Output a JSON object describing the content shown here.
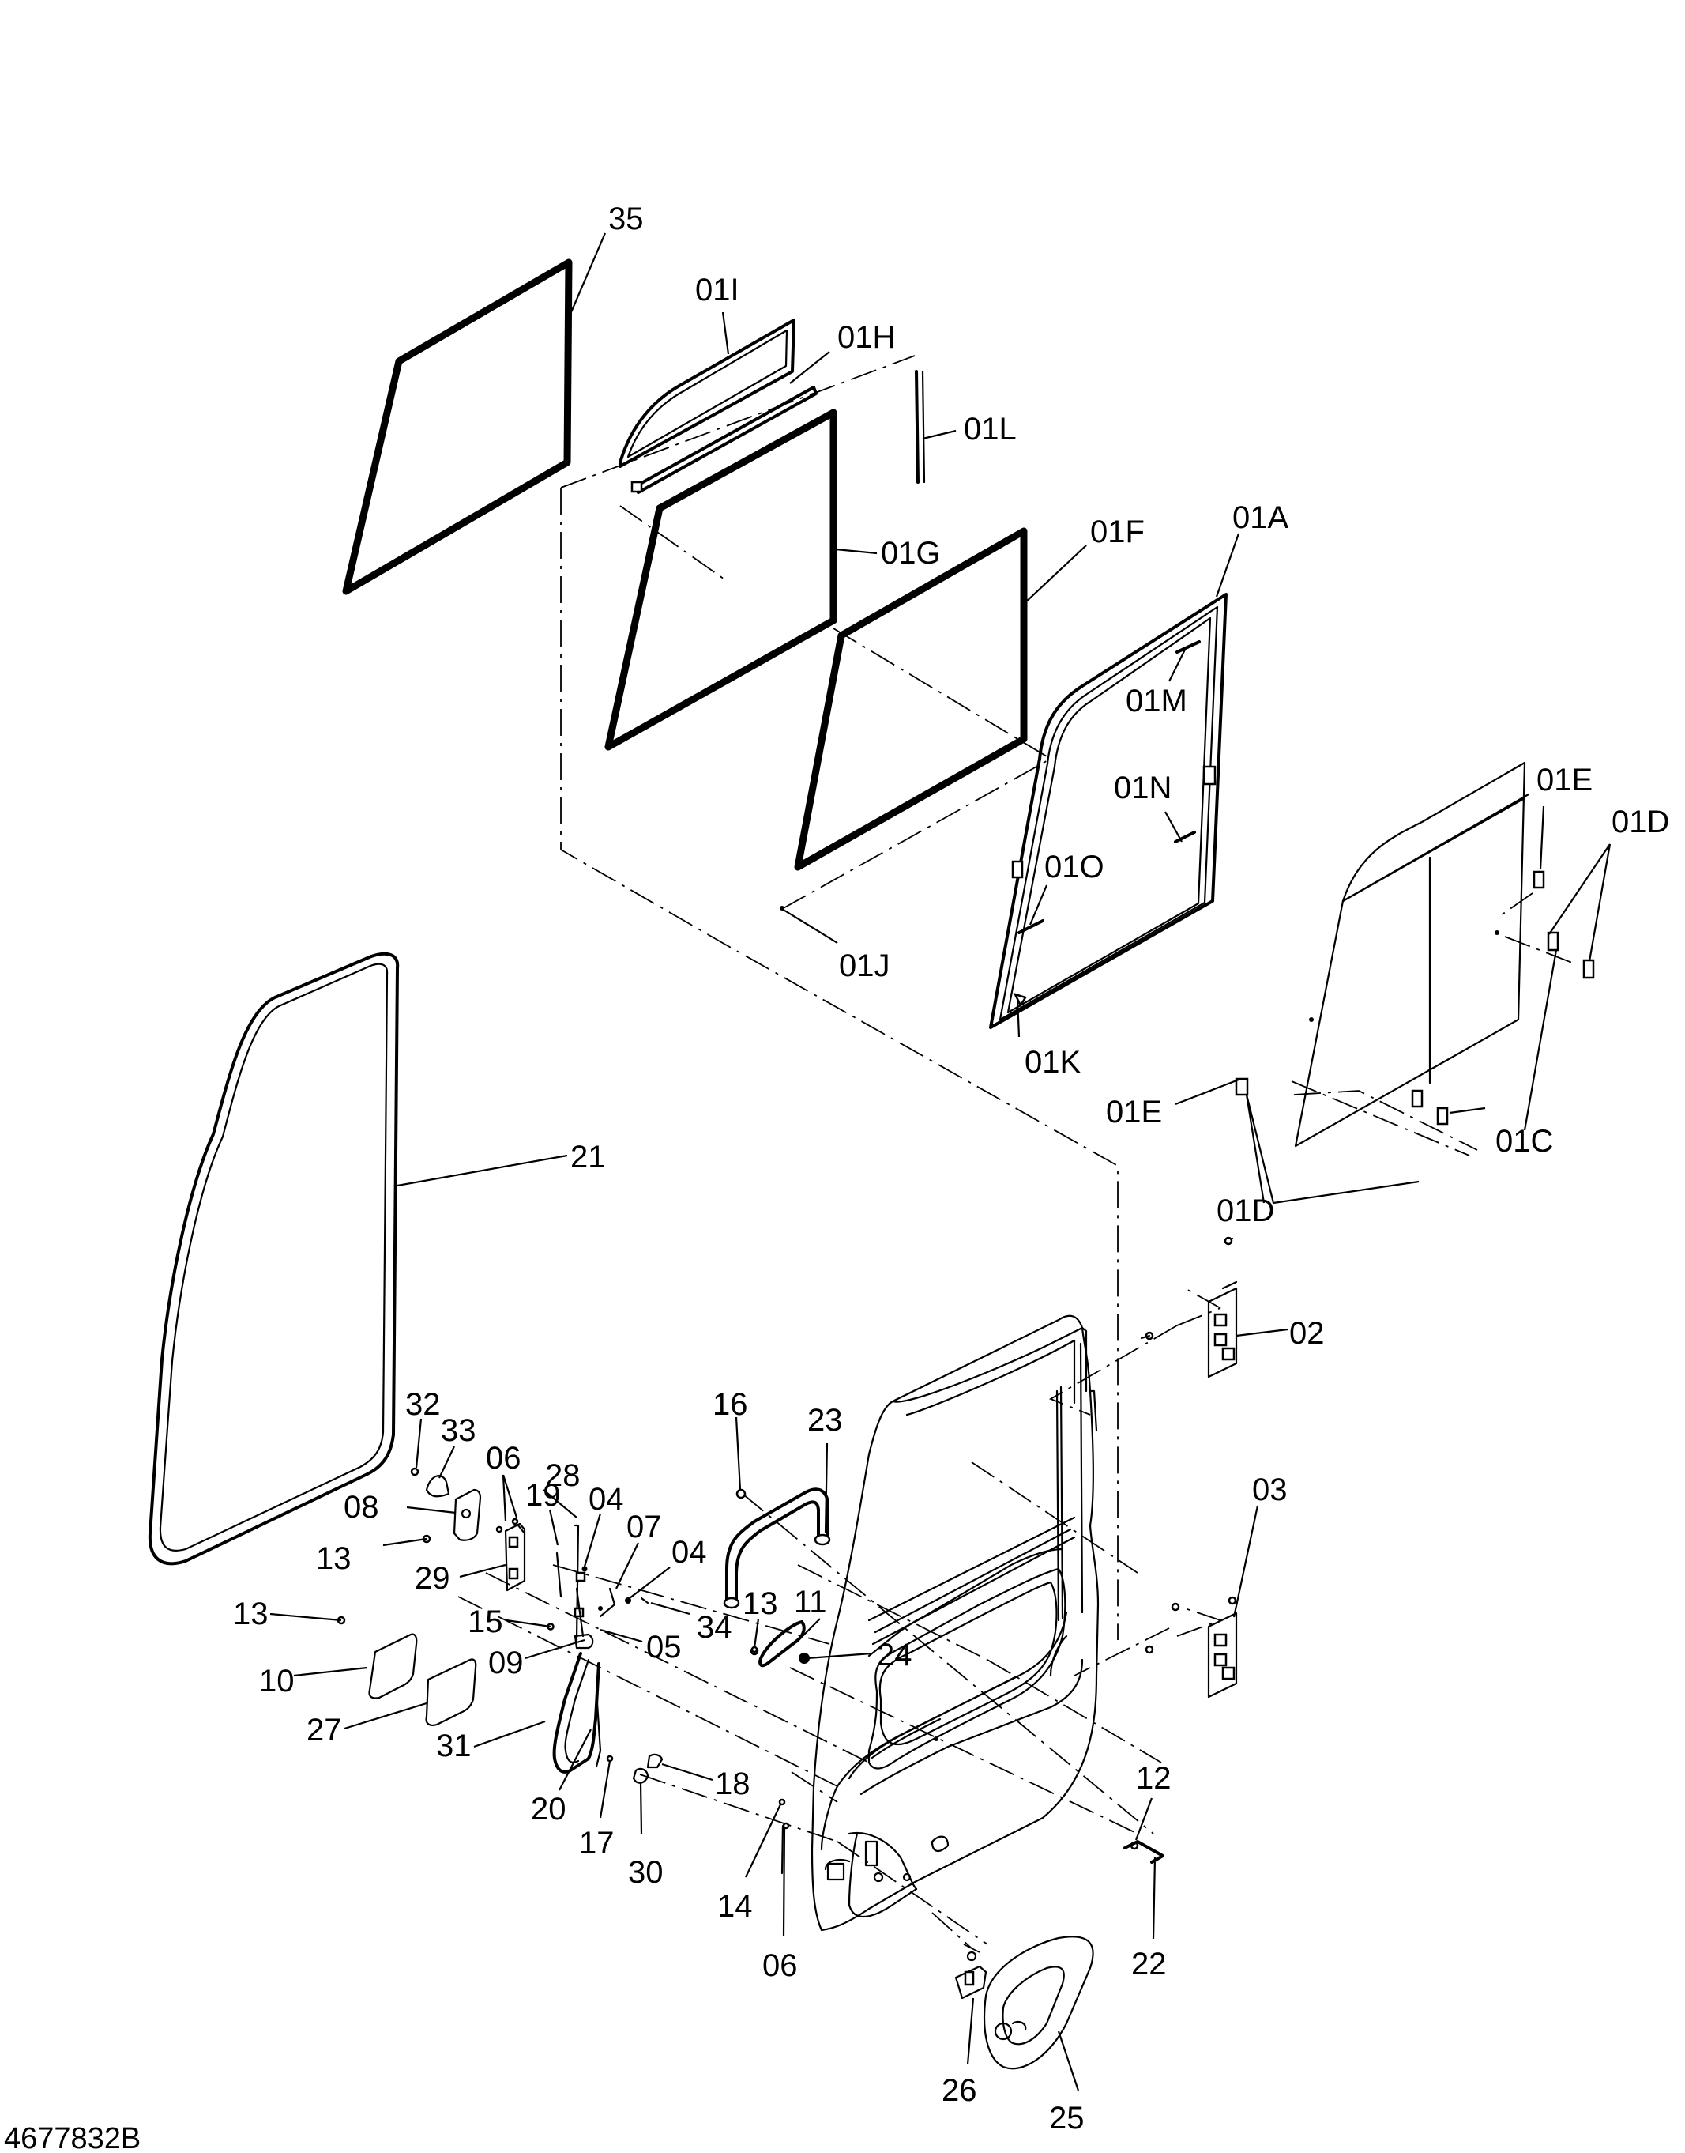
{
  "drawing": {
    "doc_number": "4677832B"
  },
  "labels": {
    "l35": "35",
    "l01I": "01I",
    "l01H": "01H",
    "l01L": "01L",
    "l01G": "01G",
    "l01F": "01F",
    "l01A": "01A",
    "l01M": "01M",
    "l01N": "01N",
    "l01O": "01O",
    "l01J": "01J",
    "l01K": "01K",
    "l01E_top": "01E",
    "l01D_top": "01D",
    "l01E_bot": "01E",
    "l01C": "01C",
    "l01D_bot": "01D",
    "l21": "21",
    "l02": "02",
    "l03": "03",
    "l32": "32",
    "l33": "33",
    "l06_top": "06",
    "l28": "28",
    "l08": "08",
    "l19": "19",
    "l04_a": "04",
    "l07": "07",
    "l04_b": "04",
    "l13_a": "13",
    "l29": "29",
    "l34": "34",
    "l16": "16",
    "l23": "23",
    "l13_b": "13",
    "l11": "11",
    "l24": "24",
    "l13_c": "13",
    "l15": "15",
    "l05": "05",
    "l10": "10",
    "l09": "09",
    "l27": "27",
    "l31": "31",
    "l18": "18",
    "l20": "20",
    "l17": "17",
    "l30": "30",
    "l14": "14",
    "l06_bot": "06",
    "l12": "12",
    "l22": "22",
    "l26": "26",
    "l25": "25"
  }
}
